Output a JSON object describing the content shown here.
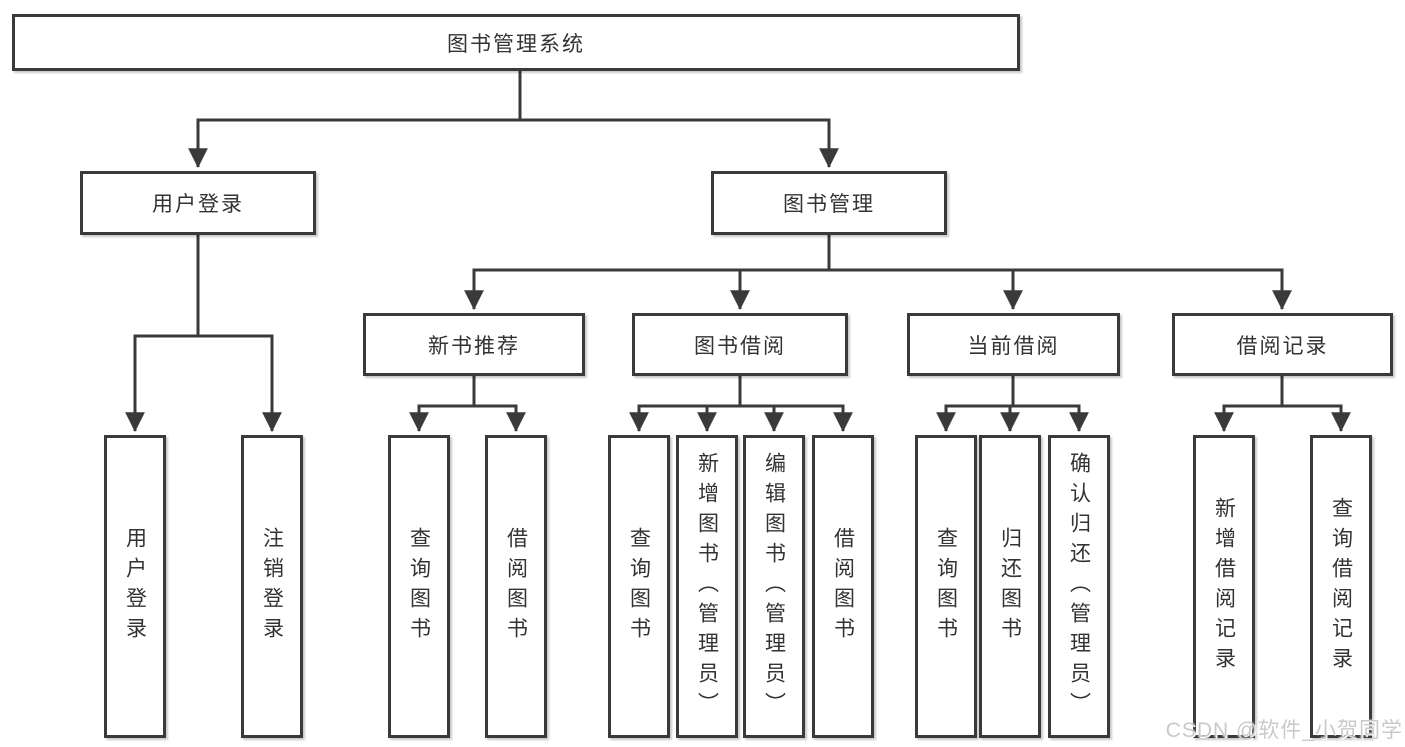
{
  "diagram": {
    "root": {
      "label": "图书管理系统"
    },
    "branches": [
      {
        "label": "用户登录",
        "children": [
          {
            "label": "用户登录"
          },
          {
            "label": "注销登录"
          }
        ]
      },
      {
        "label": "图书管理",
        "children": [
          {
            "label": "新书推荐",
            "children": [
              {
                "label": "查询图书"
              },
              {
                "label": "借阅图书"
              }
            ]
          },
          {
            "label": "图书借阅",
            "children": [
              {
                "label": "查询图书"
              },
              {
                "label": "新增图书（管理员）"
              },
              {
                "label": "编辑图书（管理员）"
              },
              {
                "label": "借阅图书"
              }
            ]
          },
          {
            "label": "当前借阅",
            "children": [
              {
                "label": "查询图书"
              },
              {
                "label": "归还图书"
              },
              {
                "label": "确认归还（管理员）"
              }
            ]
          },
          {
            "label": "借阅记录",
            "children": [
              {
                "label": "新增借阅记录"
              },
              {
                "label": "查询借阅记录"
              }
            ]
          }
        ]
      }
    ]
  },
  "watermark": {
    "text": "CSDN @软件_小贺同学"
  },
  "colors": {
    "line": "#3a3a3a",
    "box_border": "#3a3a3a",
    "box_fill": "#ffffff",
    "text": "#333333",
    "watermark": "#c9c9c9",
    "background": "#ffffff"
  }
}
